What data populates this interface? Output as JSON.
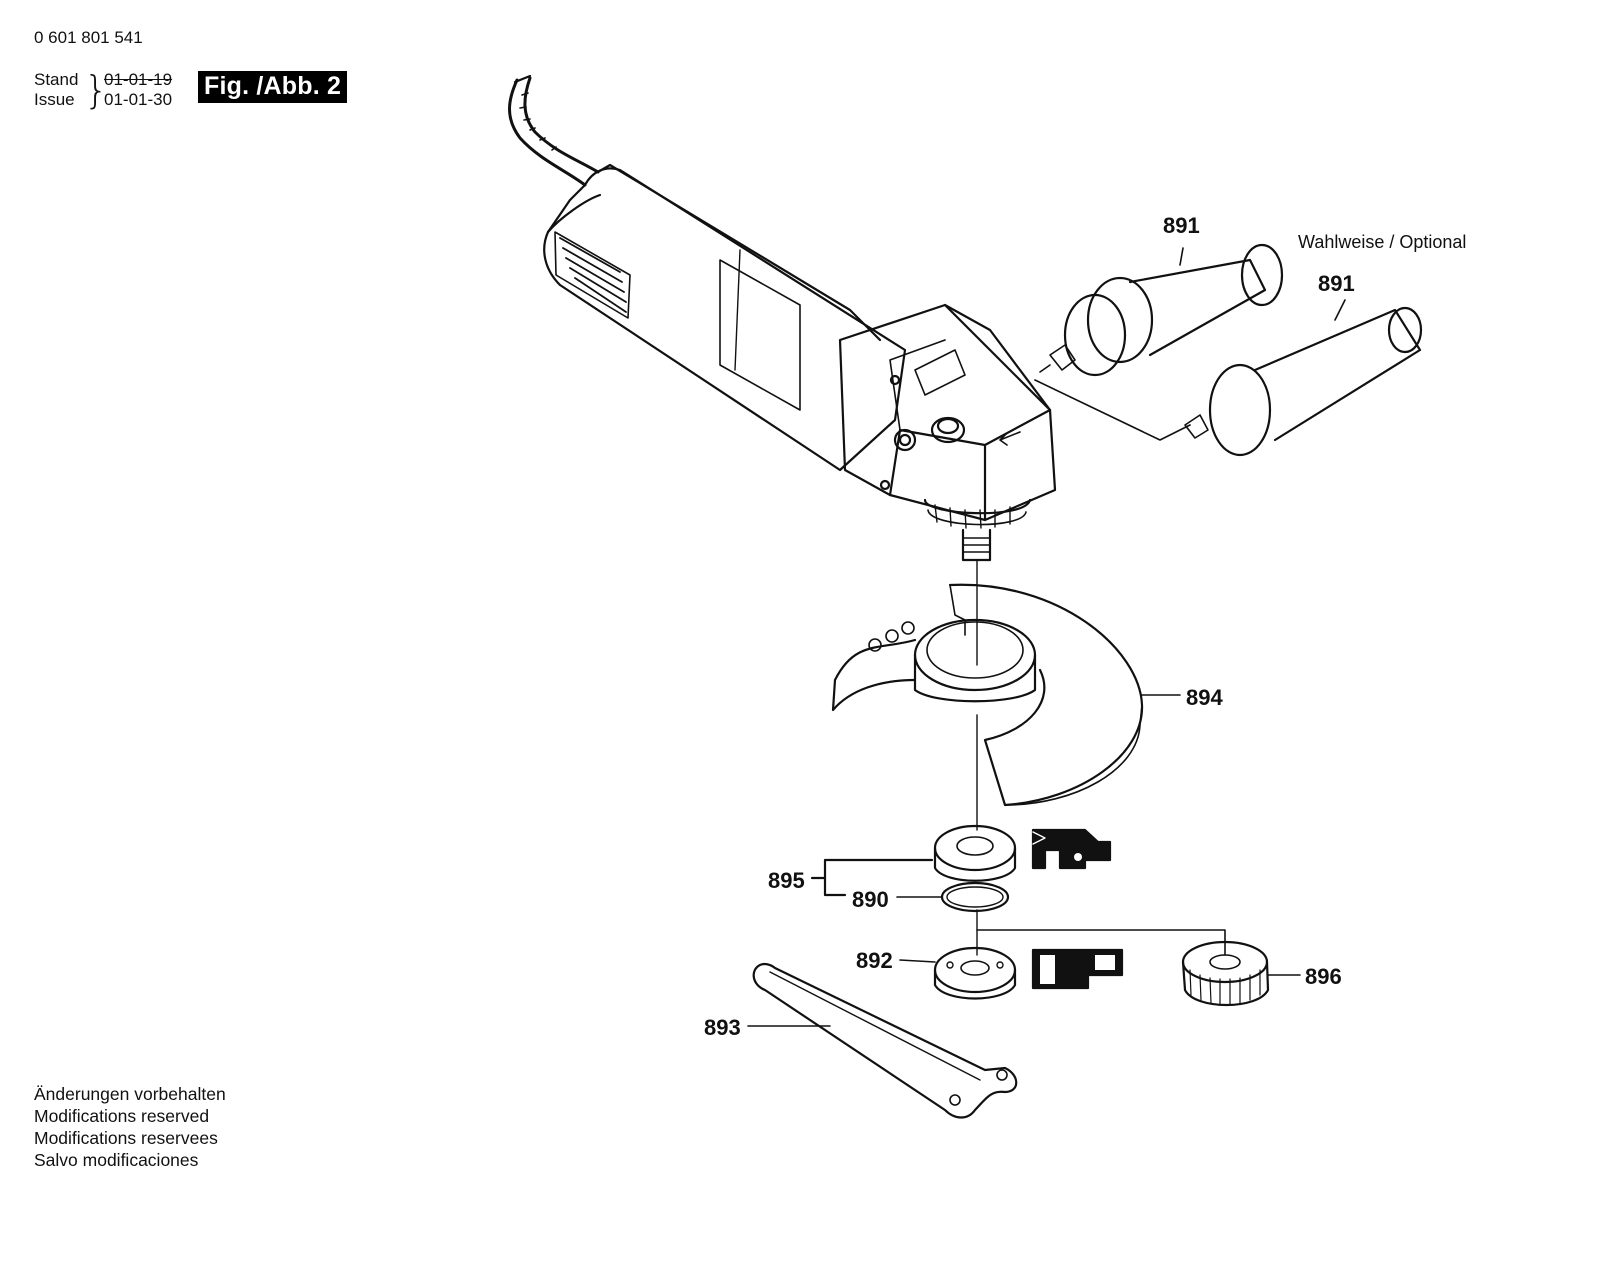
{
  "header": {
    "part_number": "0 601 801 541",
    "stand_label": "Stand",
    "issue_label": "Issue",
    "date_superseded": "01-01-19",
    "date_current": "01-01-30",
    "figure_label": "Fig. /Abb. 2"
  },
  "optional_note": "Wahlweise / Optional",
  "callouts": {
    "c891a": "891",
    "c891b": "891",
    "c894": "894",
    "c895": "895",
    "c890": "890",
    "c892": "892",
    "c896": "896",
    "c893": "893"
  },
  "footer_notes": [
    "Änderungen vorbehalten",
    "Modifications reserved",
    "Modifications reservees",
    "Salvo modificaciones"
  ],
  "colors": {
    "ink": "#111111",
    "paper": "#ffffff",
    "label_bg": "#000000"
  }
}
